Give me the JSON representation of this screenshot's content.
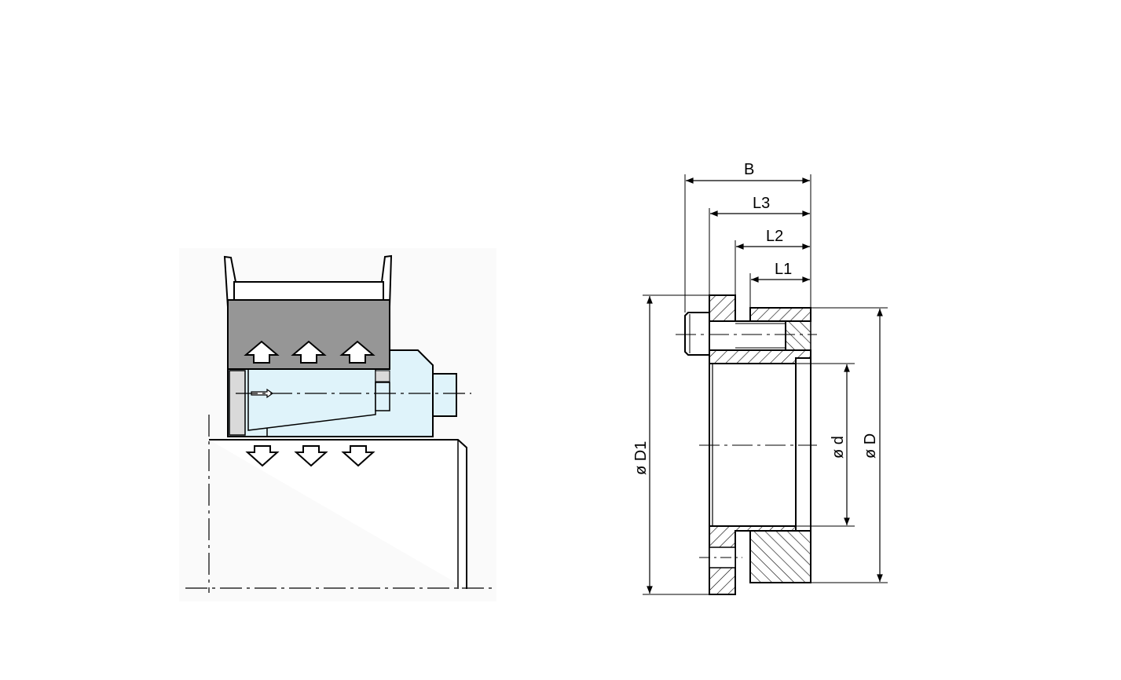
{
  "colors": {
    "line": "#000000",
    "hatch": "#000000",
    "dark_gray": "#969696",
    "light_gray": "#d9d9d9",
    "light_blue": "#dff3fa",
    "bg_panel": "#f7f7f7",
    "white": "#ffffff"
  },
  "dimensions": {
    "b": "B",
    "l3": "L3",
    "l2": "L2",
    "l1": "L1",
    "d1": "ø D1",
    "d": "ø d",
    "D": "ø D"
  }
}
